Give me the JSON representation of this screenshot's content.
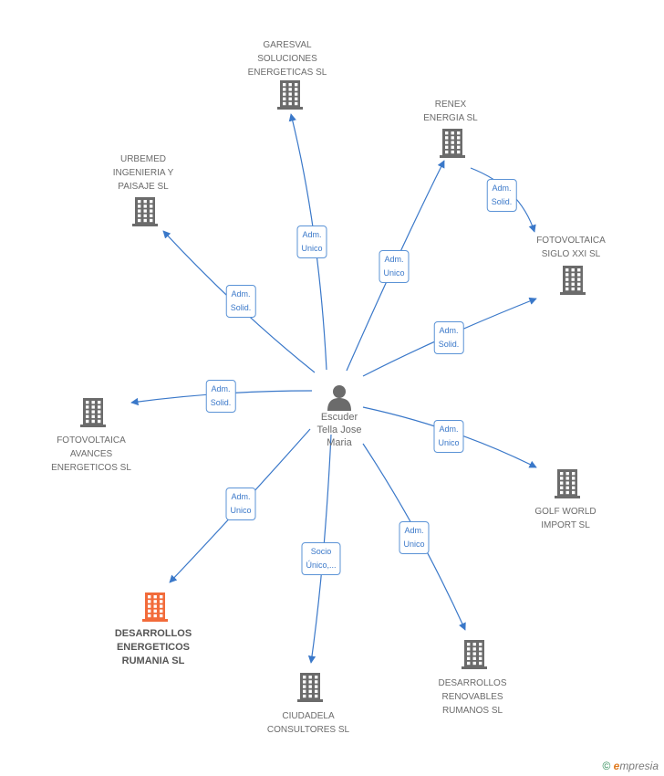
{
  "center": {
    "name": "Escuder\nTella Jose\nMaria"
  },
  "companies": [
    {
      "id": "garesval",
      "name": "GARESVAL\nSOLUCIONES\nENERGETICAS SL",
      "focus": false
    },
    {
      "id": "renex",
      "name": "RENEX\nENERGIA SL",
      "focus": false
    },
    {
      "id": "urbemed",
      "name": "URBEMED\nINGENIERIA Y\nPAISAJE SL",
      "focus": false
    },
    {
      "id": "fotovoltaica-siglo",
      "name": "FOTOVOLTAICA\nSIGLO XXI SL",
      "focus": false
    },
    {
      "id": "fotovoltaica-avances",
      "name": "FOTOVOLTAICA\nAVANCES\nENERGETICOS SL",
      "focus": false
    },
    {
      "id": "golf-world",
      "name": "GOLF WORLD\nIMPORT SL",
      "focus": false
    },
    {
      "id": "desarrollos-energeticos",
      "name": "DESARROLLOS\nENERGETICOS\nRUMANIA SL",
      "focus": true
    },
    {
      "id": "ciudadela",
      "name": "CIUDADELA\nCONSULTORES SL",
      "focus": false
    },
    {
      "id": "desarrollos-renovables",
      "name": "DESARROLLOS\nRENOVABLES\nRUMANOS SL",
      "focus": false
    }
  ],
  "edges": [
    {
      "from": "center",
      "to": "garesval",
      "label": "Adm.\nUnico"
    },
    {
      "from": "center",
      "to": "renex",
      "label": "Adm.\nUnico"
    },
    {
      "from": "renex",
      "to": "fotovoltaica-siglo",
      "label": "Adm.\nSolid."
    },
    {
      "from": "center",
      "to": "urbemed",
      "label": "Adm.\nSolid."
    },
    {
      "from": "center",
      "to": "fotovoltaica-siglo",
      "label": "Adm.\nSolid."
    },
    {
      "from": "center",
      "to": "fotovoltaica-avances",
      "label": "Adm.\nSolid."
    },
    {
      "from": "center",
      "to": "golf-world",
      "label": "Adm.\nUnico"
    },
    {
      "from": "center",
      "to": "desarrollos-energeticos",
      "label": "Adm.\nUnico"
    },
    {
      "from": "center",
      "to": "ciudadela",
      "label": "Socio\nÚnico,..."
    },
    {
      "from": "center",
      "to": "desarrollos-renovables",
      "label": "Adm.\nUnico"
    }
  ],
  "colors": {
    "edge": "#3a78c9",
    "building": "#6b6b6b",
    "focus_building": "#f26b3a",
    "person": "#6b6b6b"
  },
  "icons": {
    "company": "building-icon",
    "person": "person-icon",
    "copyright": "copyright-icon"
  },
  "copyright": {
    "symbol": "©",
    "brand_initial": "e",
    "brand_rest": "mpresia"
  }
}
